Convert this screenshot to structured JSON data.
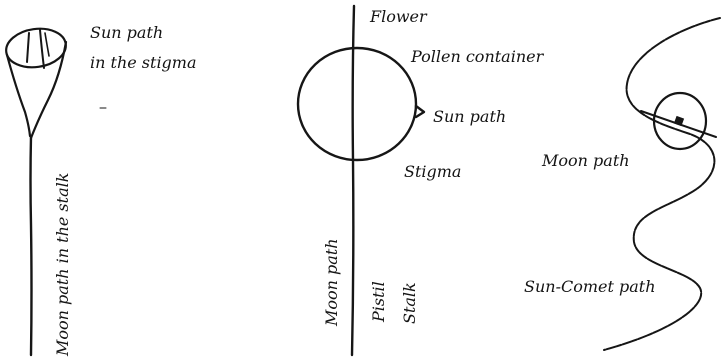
{
  "figure_left": {
    "sun_path_label_line1": "Sun path",
    "sun_path_label_line2": "in the stigma",
    "stalk_label": "Moon path in the stalk"
  },
  "figure_middle": {
    "flower_label": "Flower",
    "pollen_container_label": "Pollen container",
    "sun_path_label": "Sun path",
    "stigma_label": "Stigma",
    "moon_path_label": "Moon path",
    "pistil_label": "Pistil",
    "stalk_label": "Stalk"
  },
  "figure_right": {
    "moon_path_label": "Moon path",
    "sun_comet_path_label": "Sun-Comet path"
  }
}
